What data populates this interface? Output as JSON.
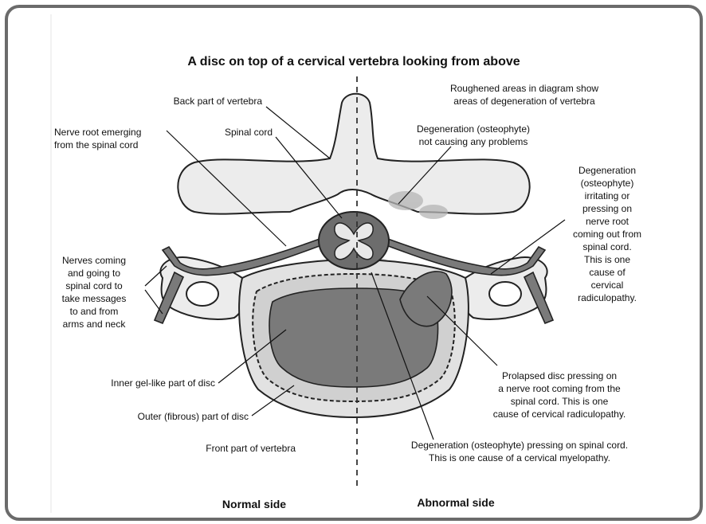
{
  "title": "A disc on top of a cervical vertebra looking from above",
  "labels": {
    "back_part": "Back part of vertebra",
    "spinal_cord": "Spinal cord",
    "nerve_root_1": "Nerve root emerging",
    "nerve_root_2": "from the spinal cord",
    "nerves_1": "Nerves coming",
    "nerves_2": "and going to",
    "nerves_3": "spinal cord to",
    "nerves_4": "take messages",
    "nerves_5": "to and from",
    "nerves_6": "arms and neck",
    "inner_gel": "Inner gel-like part of disc",
    "outer_fibrous": "Outer (fibrous) part of disc",
    "front_part": "Front part of vertebra",
    "roughened_1": "Roughened areas in diagram show",
    "roughened_2": "areas of degeneration of vertebra",
    "degen_no_1": "Degeneration (osteophyte)",
    "degen_no_2": "not causing any problems",
    "degen_irr_1": "Degeneration",
    "degen_irr_2": "(osteophyte)",
    "degen_irr_3": "irritating or",
    "degen_irr_4": "pressing on",
    "degen_irr_5": "nerve root",
    "degen_irr_6": "coming out from",
    "degen_irr_7": "spinal cord.",
    "degen_irr_8": "This is one",
    "degen_irr_9": "cause of",
    "degen_irr_10": "cervical",
    "degen_irr_11": "radiculopathy.",
    "prolapsed_1": "Prolapsed disc pressing on",
    "prolapsed_2": "a nerve root coming from the",
    "prolapsed_3": "spinal cord. This is one",
    "prolapsed_4": "cause of cervical radiculopathy.",
    "degen_cord_1": "Degeneration (osteophyte) pressing on spinal cord.",
    "degen_cord_2": "This is one cause of a cervical myelopathy."
  },
  "sides": {
    "normal": "Normal side",
    "abnormal": "Abnormal side"
  }
}
